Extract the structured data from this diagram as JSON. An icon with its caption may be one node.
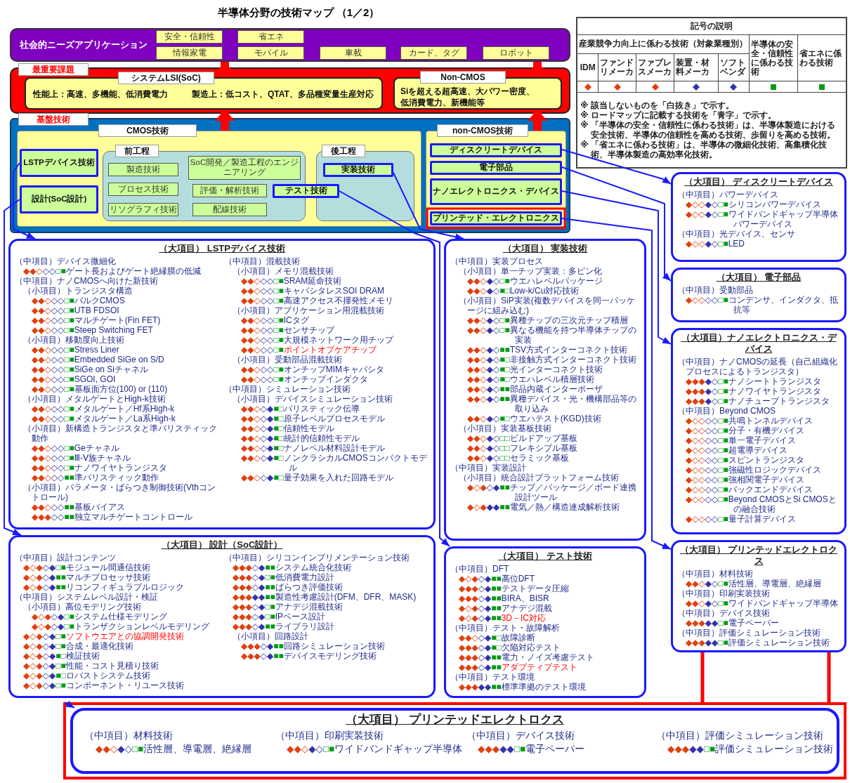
{
  "diagram": {
    "title": "半導体分野の技術マップ （1／2）",
    "nodes": [
      {
        "text": [
          "社会的ニーズアプリケーション"
        ]
      },
      {
        "text": [
          "安全・信頼性"
        ],
        "in": 0
      },
      {
        "text": [
          "省エネ"
        ],
        "in": 0
      },
      {
        "text": [
          "情報家電"
        ],
        "in": 0
      },
      {
        "text": [
          "モバイル"
        ],
        "in": 0
      },
      {
        "text": [
          "車載"
        ],
        "in": 0
      },
      {
        "text": [
          "カード、タグ"
        ],
        "in": 0
      },
      {
        "text": [
          "ロボット"
        ],
        "in": 0
      },
      {
        "text": [
          "最重要課題"
        ]
      },
      {
        "text": [
          "システムLSI(SoC)",
          "性能上：高速、多機能、低消費電力",
          "製造上：低コスト、QTAT、多品種変量生産対応"
        ],
        "in": 8
      },
      {
        "text": [
          "Non-CMOS",
          "Siを超える超高速、大パワー密度、低消費電力、新機能等"
        ],
        "in": 8
      },
      {
        "text": [
          "基盤技術"
        ]
      },
      {
        "text": [
          "CMOS技術"
        ],
        "in": 11
      },
      {
        "text": [
          "LSTPデバイス技術"
        ],
        "in": 12
      },
      {
        "text": [
          "設計(SoC設計)"
        ],
        "in": 12
      },
      {
        "text": [
          "前工程"
        ],
        "in": 12
      },
      {
        "text": [
          "製造技術"
        ],
        "in": 15
      },
      {
        "text": [
          "SoC開発／製造工程のエンジニアリング"
        ],
        "in": 15
      },
      {
        "text": [
          "プロセス技術"
        ],
        "in": 15
      },
      {
        "text": [
          "評価・解析技術"
        ],
        "in": 15
      },
      {
        "text": [
          "リソグラフィ技術"
        ],
        "in": 15
      },
      {
        "text": [
          "配線技術"
        ],
        "in": 15
      },
      {
        "text": [
          "後工程"
        ],
        "in": 12
      },
      {
        "text": [
          "実装技術"
        ],
        "in": 22
      },
      {
        "text": [
          "テスト技術"
        ],
        "in": 12
      },
      {
        "text": [
          "non-CMOS技術"
        ],
        "in": 11
      },
      {
        "text": [
          "ディスクリートデバイス"
        ],
        "in": 25
      },
      {
        "text": [
          "電子部品"
        ],
        "in": 25
      },
      {
        "text": [
          "ナノエレクトロニクス・デバイス"
        ],
        "in": 25
      },
      {
        "text": [
          "プリンテッド・エレクトロニクス"
        ],
        "in": 25
      },
      {
        "text": [
          "（大項目） LSTPデバイス技術",
          "（中項目）デバイス微細化",
          "◆◆◇◇◇□■ゲート長およびゲート絶縁膜の低減",
          "（中項目）ナノCMOSへ向けた新技術",
          "（小項目）トランジスタ構造",
          "◆◆◇◇◇□■バルクCMOS",
          "◆◆◇◇◇□■UTB FDSOI",
          "◆◆◇◇◇□■マルチゲート(Fin FET)",
          "◆◆◇◇◇□■Steep Switching FET",
          "（小項目）移動度向上技術",
          "◆◆◇◇◇□■Stress Liner",
          "◆◆◇◇◇□■Embedded SiGe on S/D",
          "◆◆◇◇◇□■SiGe on Siチャネル",
          "◆◆◇◇◇□■SGOI, GOI",
          "◆◆◇◇◇□■基板面方位(100) or (110)",
          "（小項目）メタルゲートとHigh-k技術",
          "◆◆◇◇◇□■メタルゲート／Hf系High-k",
          "◆◆◇◇◇□■メタルゲート／La系High-k",
          "（小項目）新構造トランジスタと準バリスティック動作",
          "◆◆◇◇◇□■Geチャネル",
          "◆◆◇◇◇□■Ⅲ-Ⅴ族チャネル",
          "◆◆◇◇◇□■ナノワイヤトランジスタ",
          "◆◆◇◇◇■■準バリスティック動作",
          "（小項目）パラメータ・ばらつき制御技術(Vthコントロール)",
          "◆◆◇◇◇■■基板バイアス",
          "◆◆◆◇◇■■独立マルチゲートコントロール",
          "（中項目）混載技術",
          "（小項目）メモリ混載技術",
          "◆◆◇◇◇□■SRAM延命技術",
          "◆◆◇◇◇□■キャパシタレスSOI DRAM",
          "◆◆◇◇◇□■高速アクセス不揮発性メモリ",
          "（小項目）アプリケーション用混載技術",
          "◆◆◇◇◇□■ICタグ",
          "◆◆◇◇◇□■センサチップ",
          "◆◆◇◇◇□■大規模ネットワーク用チップ",
          "◆◆◇◇◇□■ポイントオブケアチップ",
          "（小項目）受動部品混載技術",
          "◆◆◇◇◇□■オンチップMIMキャパシタ",
          "◆◆◇◇◇□■オンチップインダクタ",
          "（中項目）シミュレーション技術",
          "（小項目）デバイスシミュレーション技術",
          "◆◆◇◇◆■□バリスティック伝導",
          "◆◆◇◇◆■□原子レベルプロセスモデル",
          "◆◆◇◇◆■□信頼性モデル",
          "◆◆◇◇◆■□統計的信頼性モデル",
          "◆◆◇◇◆■□ナノレベル材料設計モデル",
          "◆◆◇◇◆■□ノンクラシカルCMOSコンパクトモデル",
          "◆◆◇◇◆■□量子効果を入れた回路モデル"
        ]
      },
      {
        "text": [
          "（大項目） 実装技術",
          "（中項目）実装プロセス",
          "（小項目）単一チップ実装：多ピン化",
          "◆◆◇◆◇□■ウエハレベルパッケージ",
          "◆◆◇◆◇■□Low-k/Cu対応技術",
          "（小項目）SiP実装(複数デバイスを同一パッケージに組み込む)",
          "◆◆◇◆◇□■異種チップの三次元チップ積層",
          "◆◆◇◆◇□■異なる機能を持つ半導体チップの実装",
          "◆◆◇◆◇■■TSV方式インターコネクト技術",
          "◆◆◇◆◇■□非接触方式インターコネクト技術",
          "◆◆◇◆◇■□光インターコネクト技術",
          "◆◆◇◆◇■□ウエハレベル積層技術",
          "◆◆◇◆◇■■部品内蔵インターポーザ",
          "◆◆◇◆◇■■異種デバイス・光・機構部品等の取り込み",
          "◆◆◇◆◇■□ウエハテスト(KGD)技術",
          "（小項目）実装基板技術",
          "◆◆◇◆◇□□ビルドアップ基板",
          "◆◆◇◆◇□□フレキシブル基板",
          "◆◆◇◆◇□□セラミック基板",
          "（中項目）実装設計",
          "（小項目）統合設計プラットフォーム技術",
          "◆◇◆◇◆■■チップ／パッケージ／ボード連携設計ツール",
          "◆◇◆◆◆■■電気／熱／構造連成解析技術"
        ]
      },
      {
        "text": [
          "（大項目） ディスクリートデバイス",
          "（中項目）パワーデバイス",
          "◆◇◇◆◇□■シリコンパワーデバイス",
          "◆◇◇◆◇□■ワイドバンドギャップ半導体パワーデバイス",
          "（中項目）光デバイス、センサ",
          "◆◇◇◆◇□■LED"
        ]
      },
      {
        "text": [
          "（大項目） 電子部品",
          "（中項目）受動部品",
          "◆◇◇◇◇□■コンデンサ、インダクタ、抵抗等"
        ]
      },
      {
        "text": [
          "（大項目）ナノエレクトロニクス・デバイス",
          "（中項目）ナノCMOSの延長（自己組織化プロセスによるトランジスタ）",
          "◆◆◆◆◇□■ナノシートトランジスタ",
          "◆◆◆◆◇□■ナノワイヤトランジスタ",
          "◆◆◆◆◇□■ナノチューブトランジスタ",
          "（中項目）Beyond CMOS",
          "◆◇◇◇◇□■共鳴トンネルデバイス",
          "◆◇◇◇◇□■分子・有機デバイス",
          "◆◇◇◇◇□■単一電子デバイス",
          "◆◇◇◇◇□■超電導デバイス",
          "◆◇◇◇◇□■スピントランジスタ",
          "◆◇◇◇◇□■強磁性ロジックデバイス",
          "◆◇◇◇◇□■強相関電子デバイス",
          "◆◇◇◇◇□■バックエンドデバイス",
          "◆◇◇◇◇□■Beyond CMOSとSi CMOSとの融合技術",
          "◆◇◇◇◇□■量子計算デバイス"
        ]
      },
      {
        "text": [
          "（大項目） 設計（SoC設計）",
          "（中項目）設計コンテンツ",
          "◆◇◆◇◆□■モジュール間通信技術",
          "◆◇◆◇◆■■マルチプロセッサ技術",
          "◆◇◆◇◆■■リコンフィギュラブルロジック",
          "（中項目）システムレベル設計・検証",
          "（小項目）高位モデリング技術",
          "◆◇◆◇◆□■システム仕様モデリング",
          "◆◇◆◇◆□■トランザクションレベルモデリング",
          "◆◇◆◇◆□■ソフトウエアとの協調開発技術",
          "◆◇◆◇◆□■合成・最適化技術",
          "◆◇◆◇◆■□検証技術",
          "◆◇◆◇◆□■性能・コスト見積り技術",
          "◆◇◆◇◆■□ロバストシステム技術",
          "◆◇◆◇◆□■コンポーネント・リユース技術",
          "（中項目）シリコンインプリメンテーション技術",
          "◆◆◆◇◆■■システム統合化技術",
          "◆◆◆◇◆□■低消費電力設計",
          "◆◆◆◇◆■■ばらつき評価技術",
          "◆◆◆◆◆■■製造性考慮設計(DFM、DFR、MASK)",
          "◆◆◆◇◆□■アナデジ混載技術",
          "◆◆◆◇◆□■IPベース設計",
          "◆◆◆◇◆■■ライブラリ設計",
          "（小項目）回路設計",
          "◆◆◆◇◆■■回路シミュレーション技術",
          "◆◆◆◇◆■■デバイスモデリング技術"
        ]
      },
      {
        "text": [
          "（大項目） テスト技術",
          "（中項目）DFT",
          "◆◇◆◇◆■■高位DFT",
          "◆◆◆◇◆■■テストデータ圧縮",
          "◆◆◆◇◆■■BIRA、BISR",
          "◆◇◆◇◆■■アナデジ混載",
          "◆◇◆◇◆■■3D－IC対応",
          "（中項目）テスト・故障解析",
          "◆◆◇◇◆■□故障診断",
          "◆◆◆◇◆■□欠陥対応テスト",
          "◆◆◆◇◆■■電力・ノイズ考慮テスト",
          "◆◆◆◇◆■■アダプティブテスト",
          "（中項目）テスト環境",
          "◆◆◆◆◆■■標準準拠のテスト環境"
        ]
      },
      {
        "text": [
          "（大項目） プリンテッドエレクトロクス",
          "（中項目）材料技術",
          "◆◆◇◆◇□■活性層、導電層、絶縁層",
          "（中項目）印刷実装技術",
          "◆◆◇◆◇□■ワイドバンドギャップ半導体",
          "（中項目）デバイス技術",
          "◆◆◆◆◆□■電子ペーパー",
          "（中項目）評価シミュレーション技術",
          "◆◆◆◆◆□■評価シミュレーション技術"
        ]
      },
      {
        "text": [],
        "shape": "box"
      },
      {
        "text": [
          "（大項目） プリンテッドエレクトロクス",
          "（中項目）材料技術",
          "◆◆◇◆◇□■活性層、導電層、絶縁層",
          "（中項目）印刷実装技術",
          "◆◆◇◆◇□■ワイドバンドギャップ半導体",
          "（中項目）デバイス技術",
          "◆◆◆◆◆□■電子ペーパー",
          "（中項目）評価シミュレーション技術",
          "◆◆◆◆◆□■評価シミュレーション技術"
        ],
        "in": 38
      }
    ],
    "edges": [
      {
        "from": 13,
        "to": 30,
        "arrow": "to"
      },
      {
        "from": 14,
        "to": 35,
        "arrow": "to"
      },
      {
        "from": 23,
        "to": 31,
        "arrow": "to"
      },
      {
        "from": 24,
        "to": 36,
        "arrow": "to"
      },
      {
        "from": 26,
        "to": 32,
        "arrow": "to"
      },
      {
        "from": 27,
        "to": 33,
        "arrow": "to"
      },
      {
        "from": 28,
        "to": 34,
        "arrow": "to"
      },
      {
        "from": 29,
        "to": 37,
        "arrow": "to"
      },
      {
        "from": 9,
        "to": 0,
        "arrow": "to",
        "style": "thick",
        "color": "#ff0000"
      },
      {
        "from": 10,
        "to": 0,
        "arrow": "to",
        "style": "thick",
        "color": "#ff0000"
      },
      {
        "from": 12,
        "to": 9,
        "arrow": "to",
        "style": "thick",
        "color": "#ff0000"
      },
      {
        "from": 25,
        "to": 10,
        "arrow": "to",
        "style": "thick",
        "color": "#ff0000"
      },
      {
        "from": 37,
        "to": 38,
        "arrow": "none",
        "style": "thick",
        "color": "#ff0000"
      },
      {
        "from": 37,
        "to": 38,
        "arrow": "none",
        "style": "thick",
        "color": "#ff0000"
      },
      {
        "from": null,
        "to": 39,
        "arrow": "to"
      }
    ],
    "labels": [
      "記号の説明",
      "産業競争力向上に係わる技術（対象業種別）",
      "※ 該当しないものを「白抜き」で示す。",
      "※ ロードマップに記載する技術を「青字」で示す。",
      "※ 「半導体の安全・信頼性に係わる技術」は、半導体製造における安全技術、半導体の信頼性を高める技術、歩留りを高める技術。",
      "※ 「省エネに係わる技術」は、半導体の微細化技術、高集積化技術、半導体製造の高効率化技術。"
    ],
    "legend": [
      {
        "text": "IDM",
        "color": "#e04010"
      },
      {
        "text": "ファンドリメーカ",
        "color": "#e04010"
      },
      {
        "text": "ファブレスメーカ",
        "color": "#e04010"
      },
      {
        "text": "装置・材料メーカ",
        "color": "#3333aa"
      },
      {
        "text": "ソフトベンダ",
        "color": "#3333aa"
      },
      {
        "text": "半導体の安全・信頼性に係わる技術",
        "color": "#0a9a1a"
      },
      {
        "text": "省エネに係わる技術",
        "color": "#0a9a1a"
      }
    ]
  }
}
